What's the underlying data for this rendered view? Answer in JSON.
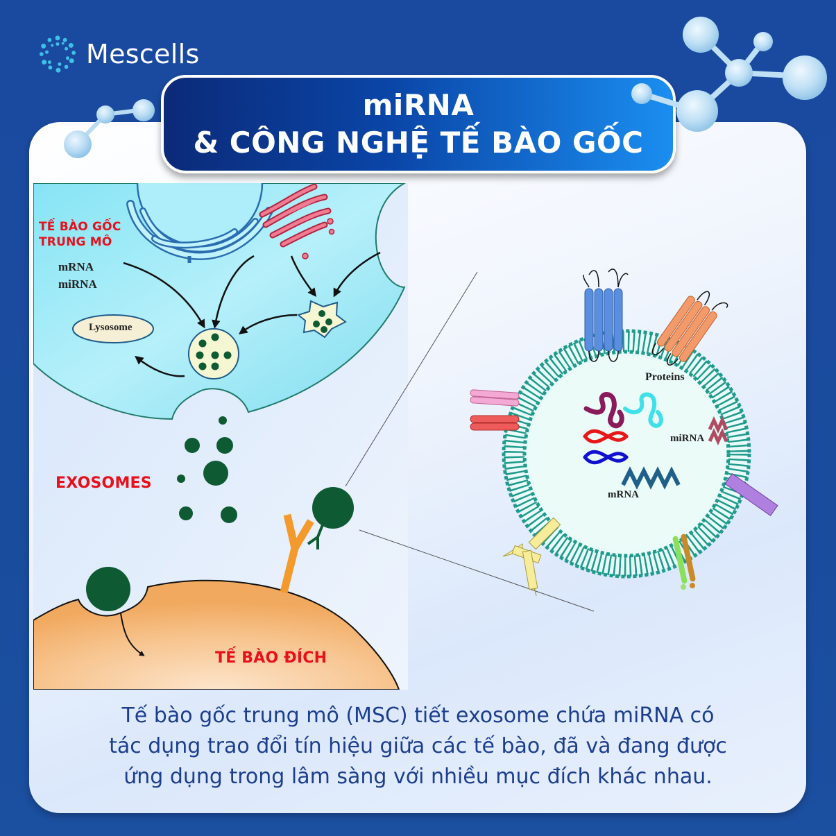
{
  "brand": {
    "name": "Mescells",
    "logo_icon": "cell-ring-logo-icon"
  },
  "title": {
    "line1": "miRNA",
    "line2": "& CÔNG NGHỆ TẾ BÀO GỐC"
  },
  "diagram": {
    "source_cell_label_line1": "TẾ BÀO GỐC",
    "source_cell_label_line2": "TRUNG MÔ",
    "rna_label_1": "mRNA",
    "rna_label_2": "miRNA",
    "lysosome_label": "Lysosome",
    "exosomes_label": "EXOSOMES",
    "target_cell_label": "TẾ BÀO ĐÍCH",
    "exosome_detail": {
      "proteins_label": "Proteins",
      "mirna_label": "miRNA",
      "mrna_label": "mRNA"
    }
  },
  "caption": {
    "line1": "Tế bào gốc trung mô (MSC) tiết exosome chứa miRNA có",
    "line2": "tác dụng trao đổi tín hiệu giữa các tế bào, đã và đang được",
    "line3": "ứng dụng trong lâm sàng với nhiều mục đích khác nhau."
  },
  "colors": {
    "background": "#1a4aa0",
    "title_gradient_start": "#0b2a78",
    "title_gradient_end": "#1a8ef0",
    "label_red": "#e8101c",
    "caption_text": "#1c3e8e",
    "exosome_green": "#0e5a32",
    "source_cell": "#8fe3f3",
    "target_cell": "#f4b36e",
    "membrane_teal": "#1f9a8c"
  }
}
